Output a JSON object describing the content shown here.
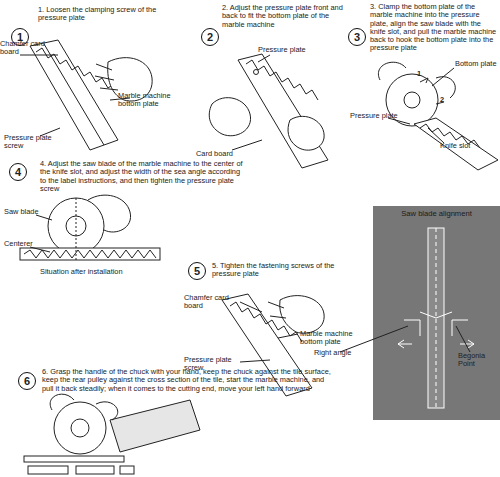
{
  "diagram": {
    "nodes": [
      {
        "text": [
          "1"
        ]
      },
      {
        "text": [
          "2"
        ]
      },
      {
        "text": [
          "3"
        ]
      },
      {
        "text": [
          "4"
        ]
      },
      {
        "text": [
          "5"
        ]
      },
      {
        "text": [
          "6"
        ]
      },
      {
        "text": [
          "Saw blade alignment"
        ]
      }
    ],
    "labels": [
      "1. Loosen the clamping screw of the pressure plate",
      "Chamfer card board",
      "Marble machine bottom plate",
      "Pressure plate screw",
      "2. Adjust the pressure plate front and back to fit the bottom plate of the marble machine",
      "Pressure plate",
      "Card board",
      "3. Clamp the bottom plate of the marble machine into the pressure plate, align the saw blade with the knife slot, and pull the marble machine back to hook the bottom plate into the pressure plate",
      "Bottom plate",
      "1",
      "2",
      "Pressure plate",
      "Knife slot",
      "4. Adjust the saw blade of the marble machine to the center of the knife slot, and adjust the width of the sea angle according to the label instructions, and then tighten the pressure plate screw",
      "Saw blade",
      "Centerer",
      "Situation after installation",
      "5. Tighten the fastening screws of the pressure plate",
      "Chamfer card board",
      "Marble machine bottom plate",
      "Pressure plate screw",
      "Right angle",
      "Begonia Point",
      "6. Grasp the handle of the chuck with your hand, keep the chuck against the tile surface, keep the rear pulley against the cross section of the tile, start the marble machine, and pull it back steadily; when it comes to the cutting end, move your left hand forward"
    ]
  }
}
